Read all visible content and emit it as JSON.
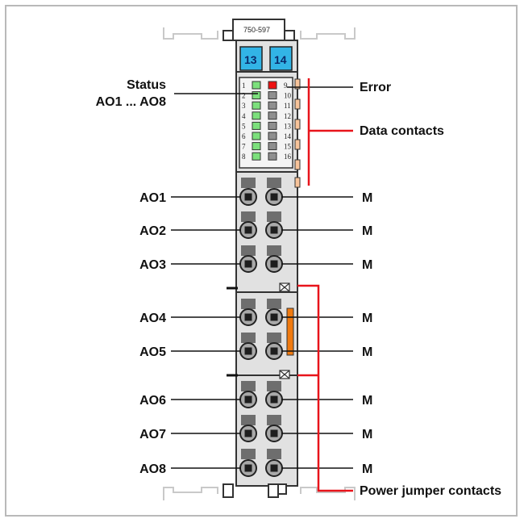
{
  "module": {
    "model": "750-597",
    "terminals": [
      "13",
      "14"
    ],
    "led_left_numbers": [
      "1",
      "2",
      "3",
      "4",
      "5",
      "6",
      "7",
      "8"
    ],
    "led_right_numbers": [
      "9",
      "10",
      "11",
      "12",
      "13",
      "14",
      "15",
      "16"
    ]
  },
  "labels": {
    "status_line1": "Status",
    "status_line2": "AO1 ... AO8",
    "error": "Error",
    "data_contacts": "Data contacts",
    "power_jumper": "Power jumper contacts"
  },
  "outputs_left": [
    "AO1",
    "AO2",
    "AO3",
    "AO4",
    "AO5",
    "AO6",
    "AO7",
    "AO8"
  ],
  "outputs_right": [
    "M",
    "M",
    "M",
    "M",
    "M",
    "M",
    "M",
    "M"
  ],
  "colors": {
    "red_line": "#e8141b",
    "led_green": "#7ce07c",
    "led_red": "#ee1111",
    "terminal_blue": "#32b4e6",
    "contact_orange": "#f7c39a",
    "jumper_orange": "#f07a10"
  }
}
